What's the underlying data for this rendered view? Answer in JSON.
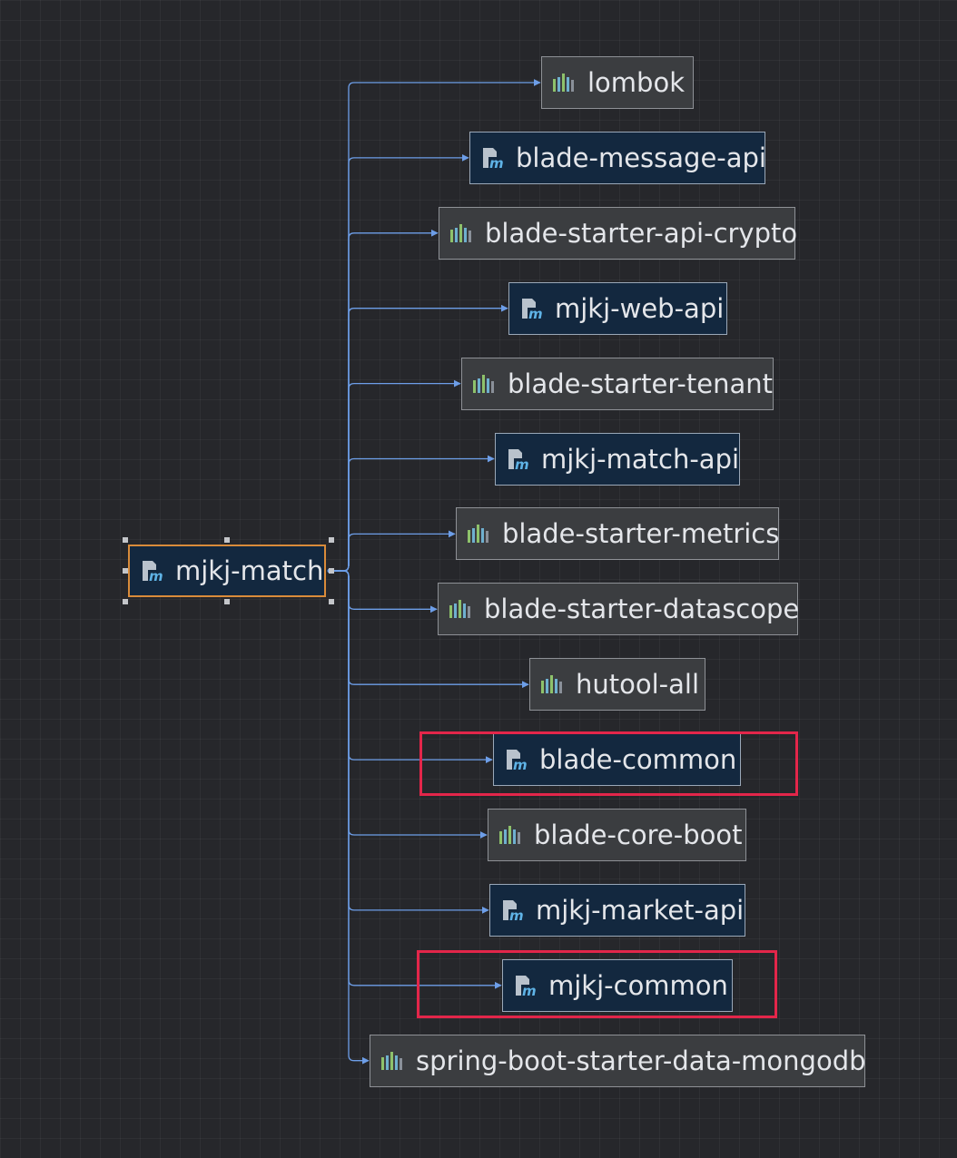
{
  "root": {
    "label": "mjkj-match",
    "icon": "maven-module-icon"
  },
  "dependencies": [
    {
      "label": "lombok",
      "kind": "library",
      "icon": "library-icon"
    },
    {
      "label": "blade-message-api",
      "kind": "module",
      "icon": "maven-module-icon"
    },
    {
      "label": "blade-starter-api-crypto",
      "kind": "library",
      "icon": "library-icon"
    },
    {
      "label": "mjkj-web-api",
      "kind": "module",
      "icon": "maven-module-icon"
    },
    {
      "label": "blade-starter-tenant",
      "kind": "library",
      "icon": "library-icon"
    },
    {
      "label": "mjkj-match-api",
      "kind": "module",
      "icon": "maven-module-icon"
    },
    {
      "label": "blade-starter-metrics",
      "kind": "library",
      "icon": "library-icon"
    },
    {
      "label": "blade-starter-datascope",
      "kind": "library",
      "icon": "library-icon"
    },
    {
      "label": "hutool-all",
      "kind": "library",
      "icon": "library-icon"
    },
    {
      "label": "blade-common",
      "kind": "module",
      "icon": "maven-module-icon",
      "highlighted": true
    },
    {
      "label": "blade-core-boot",
      "kind": "library",
      "icon": "library-icon"
    },
    {
      "label": "mjkj-market-api",
      "kind": "module",
      "icon": "maven-module-icon"
    },
    {
      "label": "mjkj-common",
      "kind": "module",
      "icon": "maven-module-icon",
      "highlighted": true
    },
    {
      "label": "spring-boot-starter-data-mongodb",
      "kind": "library",
      "icon": "library-icon"
    }
  ],
  "colors": {
    "background": "#26272b",
    "edge": "#6d9ee8",
    "root_border": "#d98b3a",
    "highlight": "#e3264a",
    "module_fill": "#13283f",
    "library_fill": "#3b3d40"
  }
}
